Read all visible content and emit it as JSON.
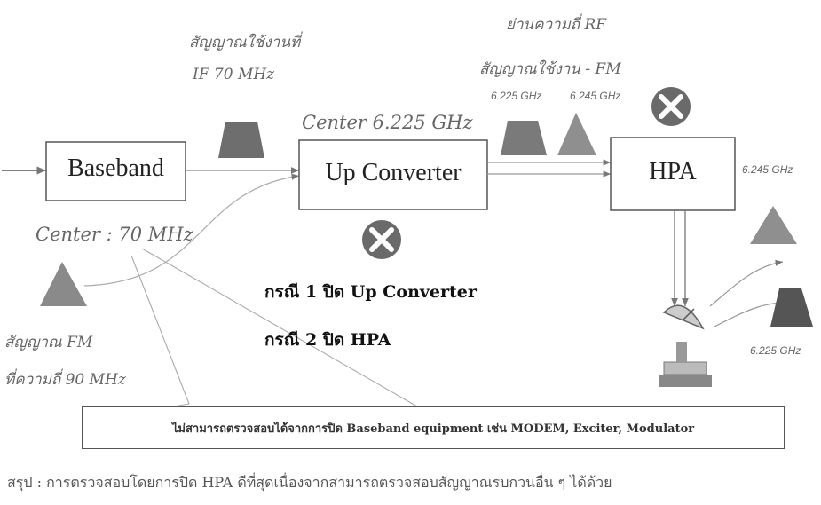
{
  "blocks": {
    "baseband": "Baseband",
    "up_converter": "Up Converter",
    "hpa": "HPA"
  },
  "labels": {
    "if_signal_line1": "สัญญาณใช้งานที่",
    "if_signal_line2": "IF 70 MHz",
    "rf_band_line1": "ย่านความถี่ RF",
    "rf_band_line2": "สัญญาณใช้งาน - FM",
    "rf_freq_left": "6.225 GHz",
    "rf_freq_right": "6.245 GHz",
    "center_upconv": "Center 6.225 GHz",
    "center_baseband": "Center : 70 MHz",
    "fm_signal_line1": "สัญญาณ FM",
    "fm_signal_line2": "ที่ความถี่ 90 MHz",
    "hpa_out_freq": "6.245 GHz",
    "antenna_out_freq": "6.225 GHz",
    "case1": "กรณี 1 ปิด Up Converter",
    "case2": "กรณี 2 ปิด HPA"
  },
  "note": "ไม่สามารถตรวจสอบได้จากการปิด Baseband equipment เช่น MODEM, Exciter, Modulator",
  "conclusion": "สรุป : การตรวจสอบโดยการปิด HPA ดีที่สุดเนื่องจากสามารถตรวจสอบสัญญาณรบกวนอื่น ๆ ได้ด้วย",
  "colors": {
    "trapezoid_dark": "#6e6e6e",
    "triangle_gray": "#8f8f8f",
    "off_icon": "#6a6a6a"
  },
  "icons": [
    "off-x-icon",
    "satellite-dish-icon"
  ]
}
